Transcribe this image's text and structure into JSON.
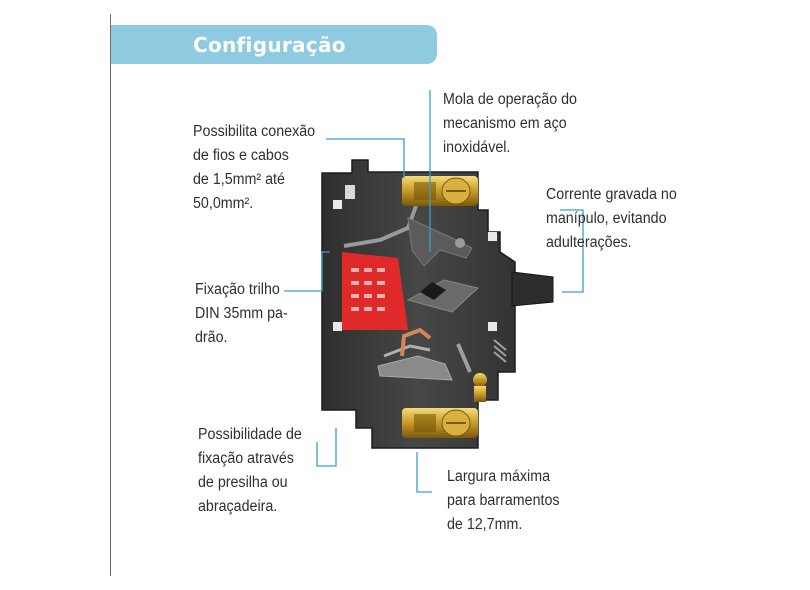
{
  "header": {
    "title": "Configuração"
  },
  "callouts": [
    {
      "id": "conexao",
      "text": "Possibilita conexão\nde fios e cabos\nde 1,5mm² até\n50,0mm²."
    },
    {
      "id": "mola",
      "text": "Mola de operação do\nmecanismo em aço\ninoxidável."
    },
    {
      "id": "corrente",
      "text": "Corrente gravada no\nmanípulo, evitando\nadulterações."
    },
    {
      "id": "fixacao",
      "text": "Fixação trilho\nDIN 35mm pa-\ndrão."
    },
    {
      "id": "presilha",
      "text": "Possibilidade de\nfixação através\nde presilha ou\nabraçadeira."
    },
    {
      "id": "largura",
      "text": "Largura máxima\npara barramentos\nde 12,7mm."
    }
  ],
  "colors": {
    "banner": "#8fcbe0",
    "leader": "#3a9fd0",
    "body": "#3b3b3b",
    "arc_chamber": "#e02a2a",
    "terminal": "#c8a028"
  }
}
